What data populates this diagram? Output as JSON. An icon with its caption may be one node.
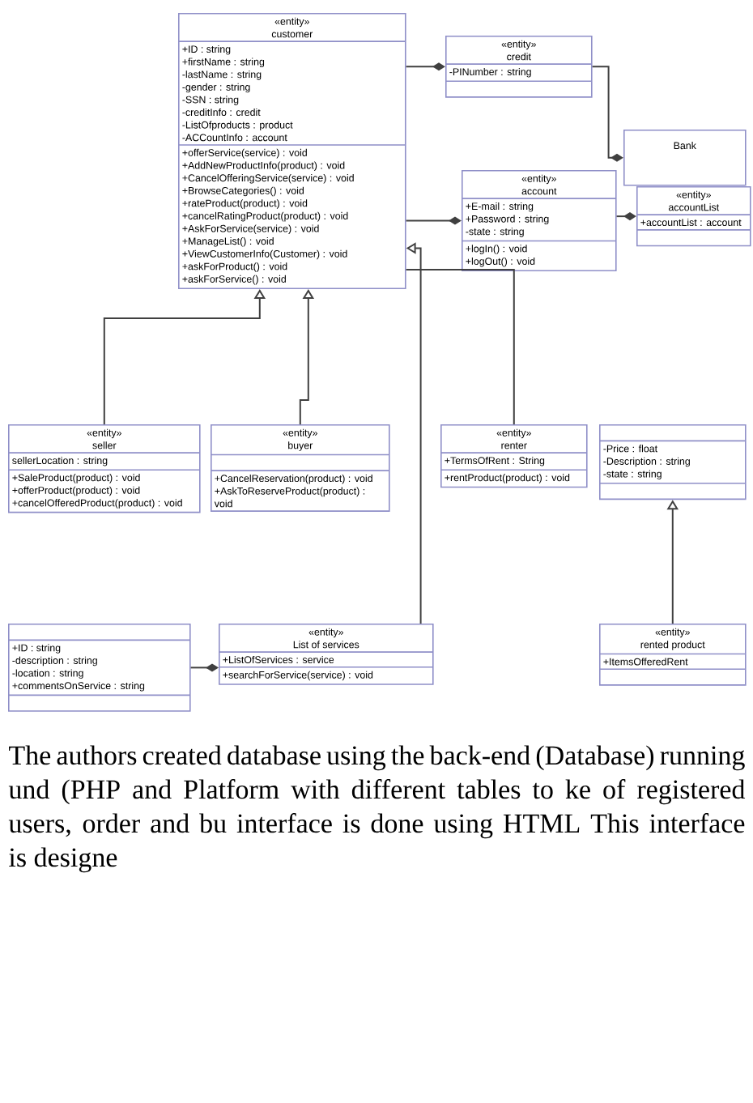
{
  "diagram": {
    "nodes": [
      {
        "text": [
          "«entity»",
          "customer",
          "+ID : string",
          "+firstName : string",
          "-lastName : string",
          "-gender : string",
          "-SSN : string",
          "-creditInfo : credit",
          "-ListOfproducts : product",
          "-ACCountInfo : account",
          "+offerService(service) : void",
          "+AddNewProductInfo(product) : void",
          "+CancelOfferingService(service) : void",
          "+BrowseCategories() : void",
          "+rateProduct(product) : void",
          "+cancelRatingProduct(product) : void",
          "+AskForService(service) : void",
          "+ManageList() : void",
          "+ViewCustomerInfo(Customer) : void",
          "+askForProduct() : void",
          "+askForService() : void"
        ]
      },
      {
        "text": [
          "«entity»",
          "credit",
          "-PINumber : string"
        ]
      },
      {
        "text": [
          "Bank"
        ]
      },
      {
        "text": [
          "«entity»",
          "account",
          "+E-mail : string",
          "+Password : string",
          "-state : string",
          "+logIn() : void",
          "+logOut() : void"
        ]
      },
      {
        "text": [
          "«entity»",
          "accountList",
          "+accountList : account"
        ]
      },
      {
        "text": [
          "«entity»",
          "seller",
          "sellerLocation : string",
          "+SaleProduct(product) : void",
          "+offerProduct(product) : void",
          "+cancelOfferedProduct(product) : void"
        ]
      },
      {
        "text": [
          "«entity»",
          "buyer",
          "+CancelReservation(product) : void",
          "+AskToReserveProduct(product) : void"
        ]
      },
      {
        "text": [
          "«entity»",
          "renter",
          "+TermsOfRent : String",
          "+rentProduct(product) : void"
        ]
      },
      {
        "text": [
          "-Price : float",
          "-Description : string",
          "-state : string"
        ]
      },
      {
        "text": [
          "«entity»",
          "rented product",
          "+ItemsOfferedRent"
        ]
      },
      {
        "text": [
          "+ID : string",
          "-description : string",
          "-location : string",
          "+commentsOnService : string"
        ]
      },
      {
        "text": [
          "«entity»",
          "List of services",
          "+ListOfServices : service",
          "+searchForService(service) : void"
        ]
      }
    ],
    "edges": [
      {
        "from": 0,
        "to": 1,
        "arrow": "other"
      },
      {
        "from": 1,
        "to": 2,
        "arrow": "other"
      },
      {
        "from": 0,
        "to": 3,
        "arrow": "other"
      },
      {
        "from": 3,
        "to": 4,
        "arrow": "other"
      },
      {
        "from": 5,
        "to": 0,
        "arrow": "to"
      },
      {
        "from": 6,
        "to": 0,
        "arrow": "to"
      },
      {
        "from": 0,
        "to": 7,
        "arrow": "none"
      },
      {
        "from": 11,
        "to": 0,
        "arrow": "to"
      },
      {
        "from": 10,
        "to": 11,
        "arrow": "other"
      },
      {
        "from": 9,
        "to": 8,
        "arrow": "to"
      }
    ],
    "labels": [
      "The authors created database using the back-end (Database) running und (PHP and Platform with different tables to ke of registered users, order and bu interface is done using HTML This interface is designe"
    ]
  }
}
